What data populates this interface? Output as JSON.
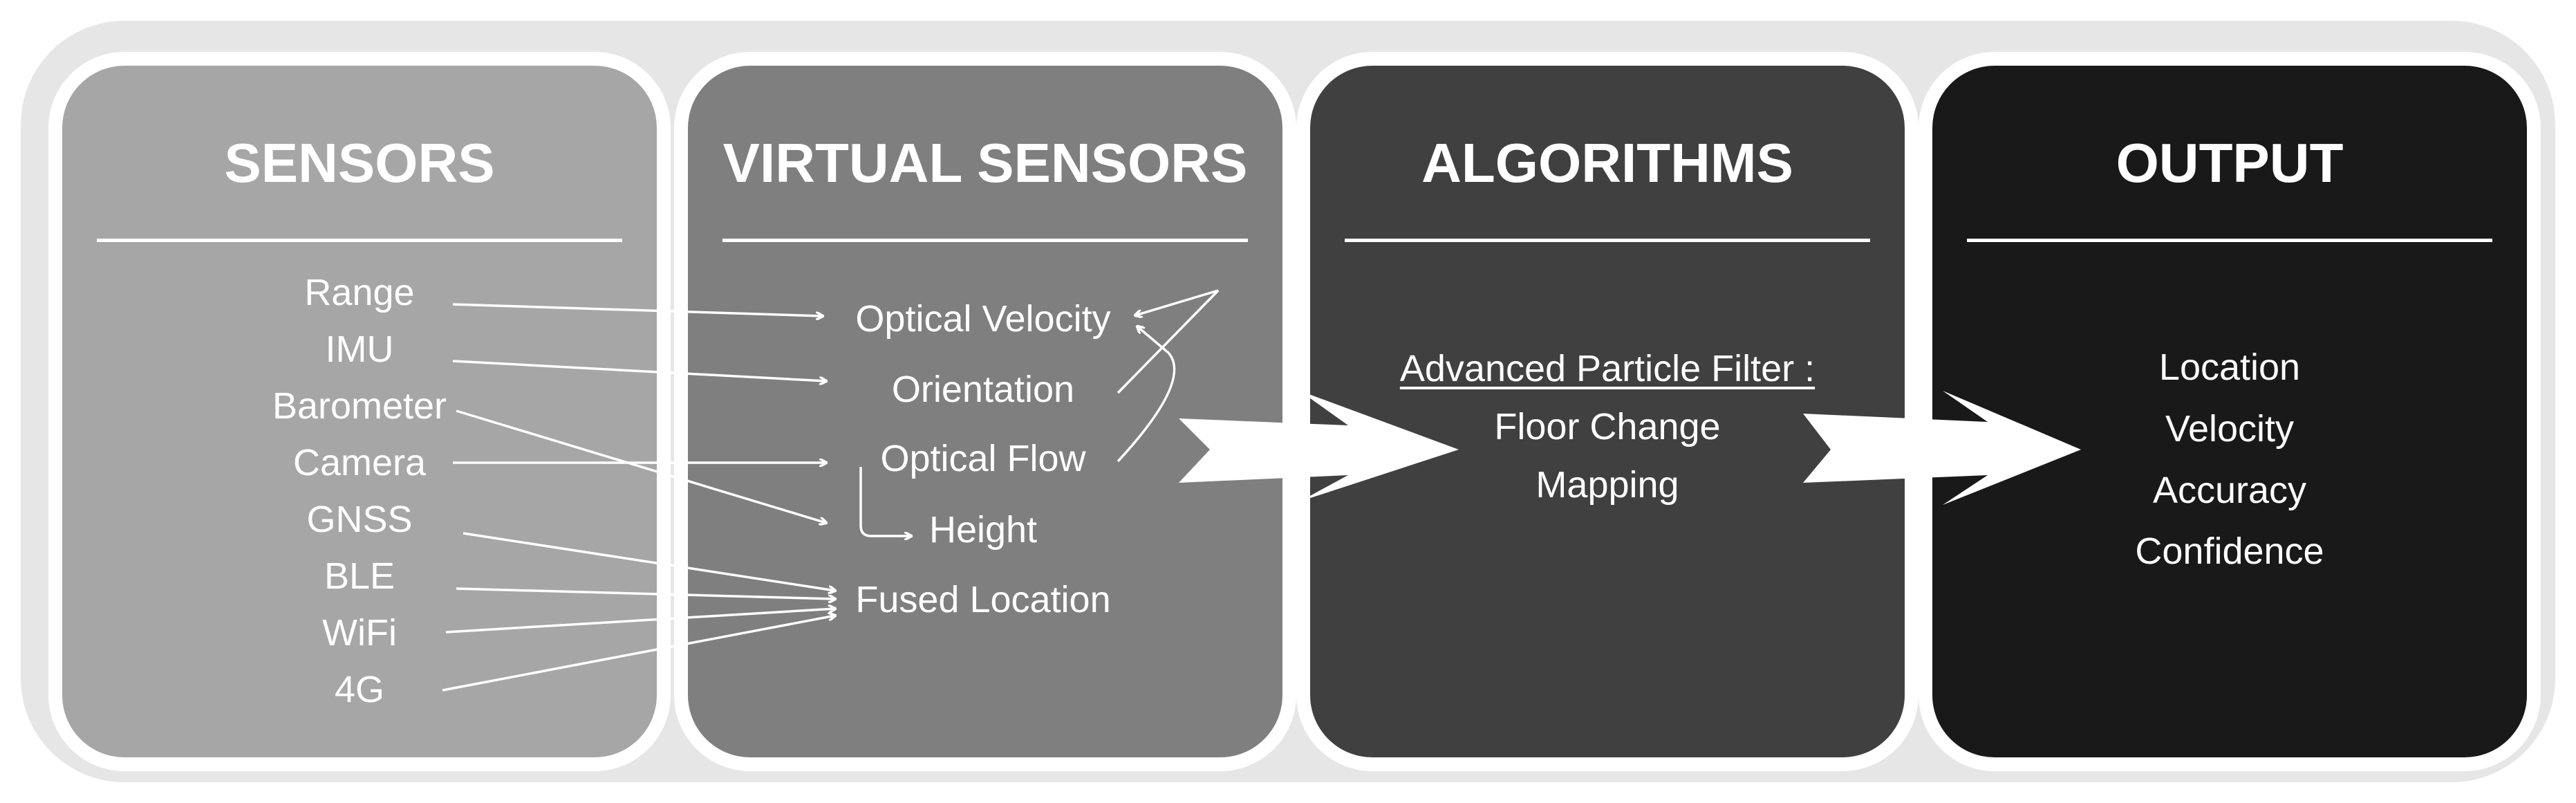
{
  "colors": {
    "frame": "#e6e6e6",
    "sensors_panel": "#a6a6a6",
    "virtual_panel": "#7f7f7f",
    "algorithms_panel": "#404040",
    "output_panel": "#191919",
    "text": "#ffffff"
  },
  "panels": {
    "sensors": {
      "title": "SENSORS",
      "items": [
        "Range",
        "IMU",
        "Barometer",
        "Camera",
        "GNSS",
        "BLE",
        "WiFi",
        "4G"
      ]
    },
    "virtual_sensors": {
      "title": "VIRTUAL SENSORS",
      "items": [
        "Optical Velocity",
        "Orientation",
        "Optical Flow",
        "Height",
        "Fused Location"
      ]
    },
    "algorithms": {
      "title": "ALGORITHMS",
      "heading": "Advanced Particle Filter :",
      "items": [
        "Floor Change",
        "Mapping"
      ]
    },
    "output": {
      "title": "OUTPUT",
      "items": [
        "Location",
        "Velocity",
        "Accuracy",
        "Confidence"
      ]
    }
  },
  "links": [
    {
      "from": "Range",
      "to": "Optical Velocity"
    },
    {
      "from": "IMU",
      "to": "Orientation"
    },
    {
      "from": "Camera",
      "to": "Optical Flow"
    },
    {
      "from": "Barometer",
      "to": "Height"
    },
    {
      "from": "Optical Flow",
      "to": "Height"
    },
    {
      "from": "Orientation",
      "to": "Optical Velocity"
    },
    {
      "from": "Optical Flow",
      "to": "Optical Velocity"
    },
    {
      "from": "GNSS",
      "to": "Fused Location"
    },
    {
      "from": "BLE",
      "to": "Fused Location"
    },
    {
      "from": "WiFi",
      "to": "Fused Location"
    },
    {
      "from": "4G",
      "to": "Fused Location"
    }
  ],
  "flow_arrows": [
    {
      "from": "VIRTUAL SENSORS",
      "to": "ALGORITHMS"
    },
    {
      "from": "ALGORITHMS",
      "to": "OUTPUT"
    }
  ]
}
